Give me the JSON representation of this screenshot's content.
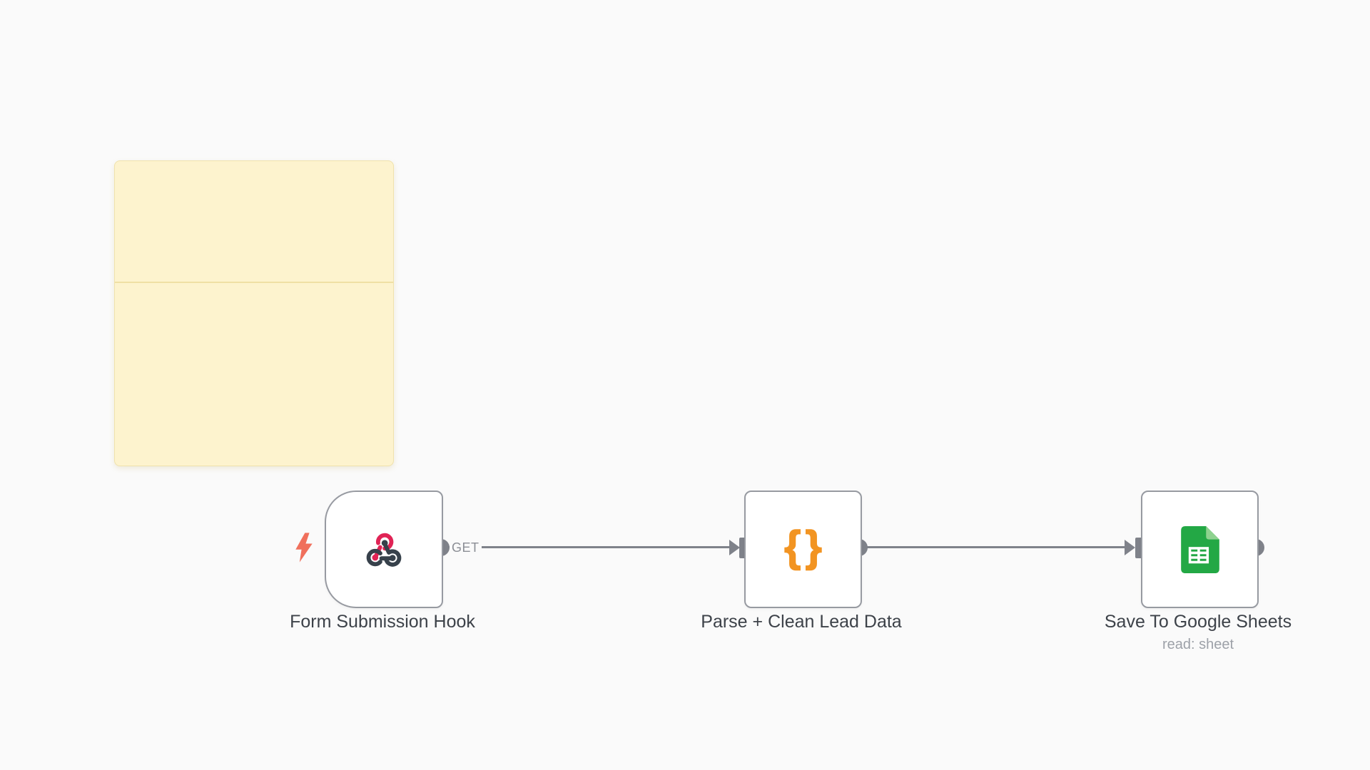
{
  "canvas": {
    "background": "#FAFAFA"
  },
  "sticky_note": {
    "content": "",
    "fill": "#FDF3CE",
    "border": "#F0E2AC",
    "has_divider": true
  },
  "nodes": [
    {
      "label": "Form Submission Hook",
      "subtitle": "",
      "type": "webhook-trigger",
      "icon": "webhook-icon"
    },
    {
      "label": "Parse + Clean Lead Data",
      "subtitle": "",
      "type": "code",
      "icon": "code-braces-icon"
    },
    {
      "label": "Save To Google Sheets",
      "subtitle": "read: sheet",
      "type": "google-sheets",
      "icon": "google-sheets-icon"
    }
  ],
  "connections": [
    {
      "from": "Form Submission Hook",
      "to": "Parse + Clean Lead Data",
      "label": "GET"
    },
    {
      "from": "Parse + Clean Lead Data",
      "to": "Save To Google Sheets",
      "label": ""
    }
  ],
  "icons": {
    "code_brace_left": "{",
    "code_brace_right": "}"
  },
  "colors": {
    "node_border": "#979AA1",
    "connector": "#7F828A",
    "trigger_bolt": "#F0705C",
    "webhook_pink": "#E02355",
    "webhook_dark": "#37414B",
    "code_orange": "#F29422",
    "sheets_green": "#23A845",
    "sheets_fold": "#8ED28F",
    "label_text": "#3D4249",
    "sublabel_text": "#9DA1A8",
    "connection_label_text": "#8B8E95"
  }
}
